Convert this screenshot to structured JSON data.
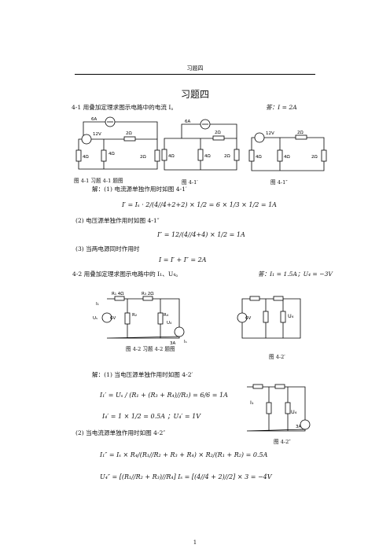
{
  "header": "习题四",
  "title": "习题四",
  "p1": {
    "question": "4-1 用叠加定理求图示电路中的电流 I。",
    "answer": "答：I = 2A",
    "cap1": "图 4-1 习题 4-1 题图",
    "cap2": "图 4-1′",
    "cap3": "图 4-1″",
    "sol1": "解：(1) 电流源单独作用时如图 4-1′",
    "eq1": "I′ = Iₛ · 2/(4//4+2+2) × 1/2 = 6 × 1/3 × 1/2 = 1A",
    "sol2": "(2) 电压源单独作用时如图 4-1″",
    "eq2": "I″ = 12/(4//4+4) × 1/2 = 1A",
    "sol3": "(3) 当两电源同时作用时",
    "eq3": "I = I′ + I″ = 2A"
  },
  "p2": {
    "question": "4-2 用叠加定理求图示电路中的 I₁、U₄。",
    "answer": "答：I₁ = 1.5A；U₄ = −3V",
    "cap_main": "图 4-2 习题 4-2 题图",
    "cap_p": "图 4-2′",
    "cap_pp": "图 4-2″",
    "sol1": "解：(1) 当电压源单独作用时如图 4-2′",
    "eq1": "I₁′ = Uₛ / (R₁ + (R₃ + R₄)//R₂) = 6/6 = 1A",
    "eq2": "I₄′ = 1 × 1/2 = 0.5A ；U₄′ = 1V",
    "sol2": "(2) 当电流源单独作用时如图 4-2″",
    "eq3": "I₁″ = Iₛ × R₄/(R₁//R₂ + R₃ + R₄) × R₂/(R₁ + R₂) = 0.5A",
    "eq4": "U₄″ = [(R₁//R₂ + R₃)//R₄] Iₛ = [(4//4 + 2)//2] × 3 = −4V"
  },
  "labels": {
    "a6": "6A",
    "v12": "12V",
    "o2": "2Ω",
    "o4": "4Ω",
    "r1": "R₁ 4Ω",
    "r2": "R₂",
    "r3": "R₃ 2Ω",
    "r4": "R₄",
    "v6": "6V",
    "a3": "3A",
    "i1": "I₁",
    "is": "Iₛ",
    "us": "Uₛ",
    "u4": "U₄"
  },
  "page_number": "1"
}
